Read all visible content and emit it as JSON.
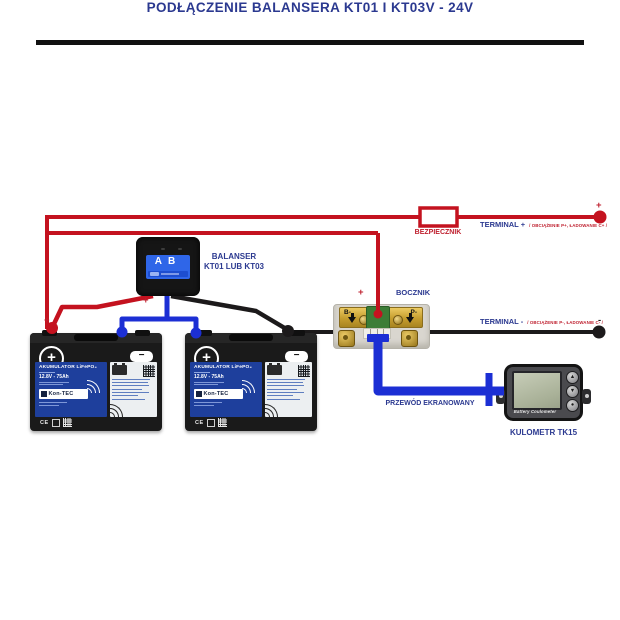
{
  "title": "PODŁĄCZENIE BALANSERA KT01 I KT03V - 24V",
  "colors": {
    "label_blue": "#2b3990",
    "label_red": "#be1e2d",
    "wire_red": "#c4121f",
    "wire_blue": "#1c2fd4",
    "wire_black": "#1c1a1b",
    "shunt_brass": "#c59d2e",
    "battery_label_blue": "#1e3f9c",
    "lcd_green": "#b4bca3"
  },
  "balanser": {
    "screen_left": "A",
    "screen_right": "B",
    "label_line1": "BALANSER",
    "label_line2": "KT01 LUB KT03",
    "plus_mark": "+",
    "minus_mark": "-"
  },
  "fuse": {
    "label": "BEZPIECZNIK"
  },
  "terminals": {
    "plus": {
      "name": "TERMINAL +",
      "detail": "/ OBCIĄŻENIE P+, ŁADOWANIE C+ /",
      "mark": "+"
    },
    "minus": {
      "name": "TERMINAL -",
      "detail": "/ OBCIĄŻENIE P-, ŁADOWANIE C- /",
      "mark": "-"
    }
  },
  "shunt": {
    "label": "BOCZNIK",
    "plus_mark": "+",
    "left_terminal": "B-",
    "right_terminal": "P-"
  },
  "cable": {
    "label": "PRZEWÓD EKRANOWANY"
  },
  "meter": {
    "label": "KULOMETR TK15",
    "caption": "Battery Coulometer",
    "btn_up": "▲",
    "btn_down": "▼",
    "btn_ok": "●"
  },
  "battery": {
    "title": "AKUMULATOR LiFePO₄",
    "spec": "12.8V - 75Ah",
    "brand": "Kon-TEC",
    "ce": "CE",
    "plus": "+",
    "minus": "−",
    "wire_plus": "+"
  }
}
